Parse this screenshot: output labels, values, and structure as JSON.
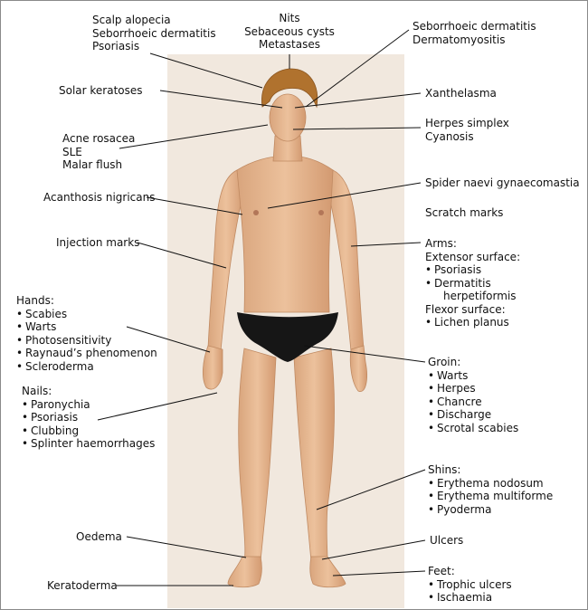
{
  "colors": {
    "background_panel": "#f1e8de",
    "skin": "#e7b88f",
    "skin_shadow": "#c98f64",
    "hair": "#b0722e",
    "underwear": "#161616",
    "leader_line": "#111111"
  },
  "labels": {
    "head_top_left": [
      "Scalp alopecia",
      "Seborrhoeic dermatitis",
      "Psoriasis"
    ],
    "head_top_center": [
      "Nits",
      "Sebaceous cysts",
      "Metastases"
    ],
    "head_top_right": [
      "Seborrhoeic dermatitis",
      "Dermatomyositis"
    ],
    "solar": "Solar keratoses",
    "xanthelasma": "Xanthelasma",
    "face_left": [
      "Acne rosacea",
      "SLE",
      "Malar flush"
    ],
    "face_right": [
      "Herpes simplex",
      "Cyanosis"
    ],
    "acanthosis": "Acanthosis nigricans",
    "spider": "Spider naevi gynaecomastia",
    "scratch": "Scratch marks",
    "injection": "Injection marks",
    "arms": {
      "title": "Arms:",
      "extensor_title": "Extensor surface:",
      "extensor_items": [
        "Psoriasis",
        "Dermatitis"
      ],
      "extensor_cont": "herpetiformis",
      "flexor_title": "Flexor surface:",
      "flexor_items": [
        "Lichen planus"
      ]
    },
    "hands": {
      "title": "Hands:",
      "items": [
        "Scabies",
        "Warts",
        "Photosensitivity",
        "Raynaud’s phenomenon",
        "Scleroderma"
      ]
    },
    "nails": {
      "title": "Nails:",
      "items": [
        "Paronychia",
        "Psoriasis",
        "Clubbing",
        "Splinter haemorrhages"
      ]
    },
    "groin": {
      "title": "Groin:",
      "items": [
        "Warts",
        "Herpes",
        "Chancre",
        "Discharge",
        "Scrotal scabies"
      ]
    },
    "shins": {
      "title": "Shins:",
      "items": [
        "Erythema nodosum",
        "Erythema multiforme",
        "Pyoderma"
      ]
    },
    "oedema": "Oedema",
    "ulcers": "Ulcers",
    "keratoderma": "Keratoderma",
    "feet": {
      "title": "Feet:",
      "items": [
        "Trophic ulcers",
        "Ischaemia"
      ]
    }
  }
}
